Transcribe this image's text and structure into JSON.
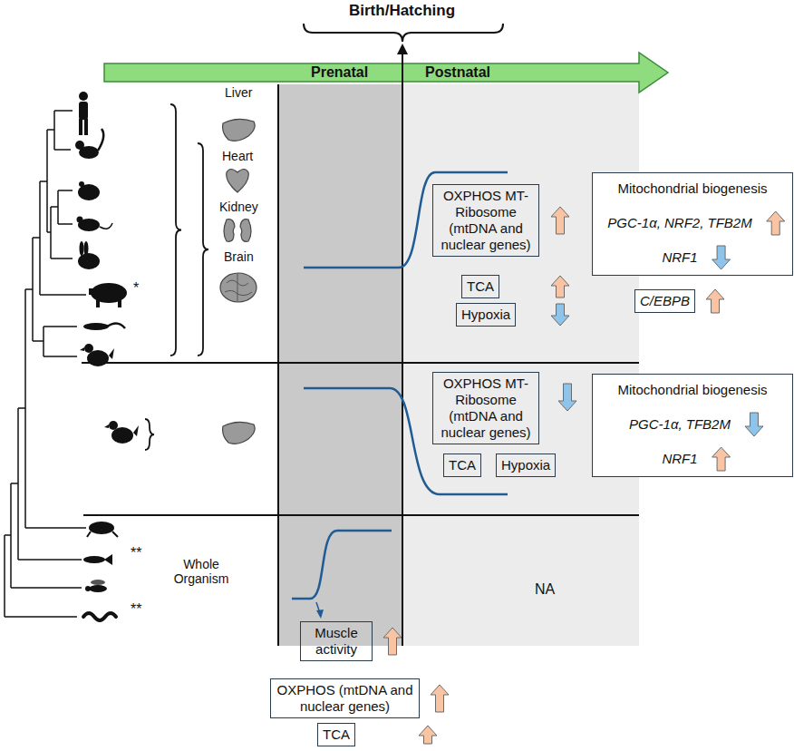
{
  "diagram": {
    "nodes": [
      {
        "text": [
          "OXPHOS MT-Ribosome (mtDNA and nuclear genes)"
        ]
      },
      {
        "text": [
          "TCA"
        ]
      },
      {
        "text": [
          "Hypoxia"
        ]
      },
      {
        "text": [
          "Mitochondrial biogenesis",
          "PGC-1α, NRF2, TFB2M",
          "NRF1"
        ]
      },
      {
        "text": [
          "C/EBPB"
        ]
      },
      {
        "text": [
          "OXPHOS MT-Ribosome (mtDNA and nuclear genes)"
        ]
      },
      {
        "text": [
          "TCA"
        ]
      },
      {
        "text": [
          "Hypoxia"
        ]
      },
      {
        "text": [
          "Mitochondrial biogenesis",
          "PGC-1α, TFB2M",
          "NRF1"
        ]
      },
      {
        "text": [
          "Muscle activity"
        ]
      },
      {
        "text": [
          "OXPHOS (mtDNA and nuclear genes)"
        ]
      },
      {
        "text": [
          "TCA"
        ]
      }
    ],
    "labels": [
      "Birth/Hatching",
      "Prenatal",
      "Postnatal",
      "Liver",
      "Heart",
      "Kidney",
      "Brain",
      "*",
      "**",
      "Whole Organism",
      "**",
      "NA"
    ]
  }
}
